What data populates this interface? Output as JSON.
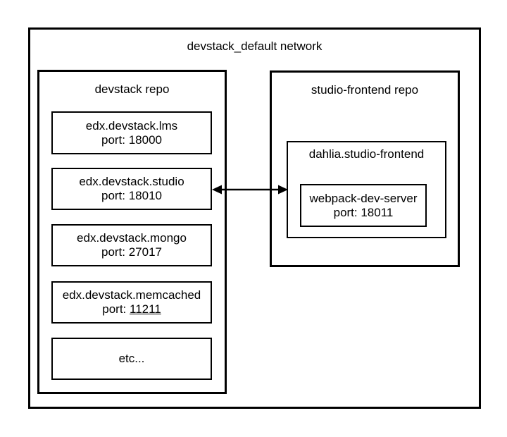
{
  "network": {
    "title": "devstack_default network",
    "devstack_repo": {
      "title": "devstack repo",
      "services": [
        {
          "name": "edx.devstack.lms",
          "port": "port: 18000"
        },
        {
          "name": "edx.devstack.studio",
          "port": "port: 18010"
        },
        {
          "name": "edx.devstack.mongo",
          "port": "port: 27017"
        },
        {
          "name": "edx.devstack.memcached",
          "port_prefix": "port: ",
          "port_number": "11211",
          "port_number_underlined": true
        },
        {
          "name": "etc..."
        }
      ]
    },
    "studio_frontend_repo": {
      "title": "studio-frontend repo",
      "container": {
        "title": "dahlia.studio-frontend",
        "service": {
          "name": "webpack-dev-server",
          "port": "port: 18011"
        }
      }
    },
    "connection": {
      "type": "bidirectional-arrow",
      "from": "edx.devstack.studio",
      "to": "dahlia.studio-frontend"
    }
  },
  "colors": {
    "background": "#ffffff",
    "stroke": "#000000",
    "text": "#000000"
  }
}
